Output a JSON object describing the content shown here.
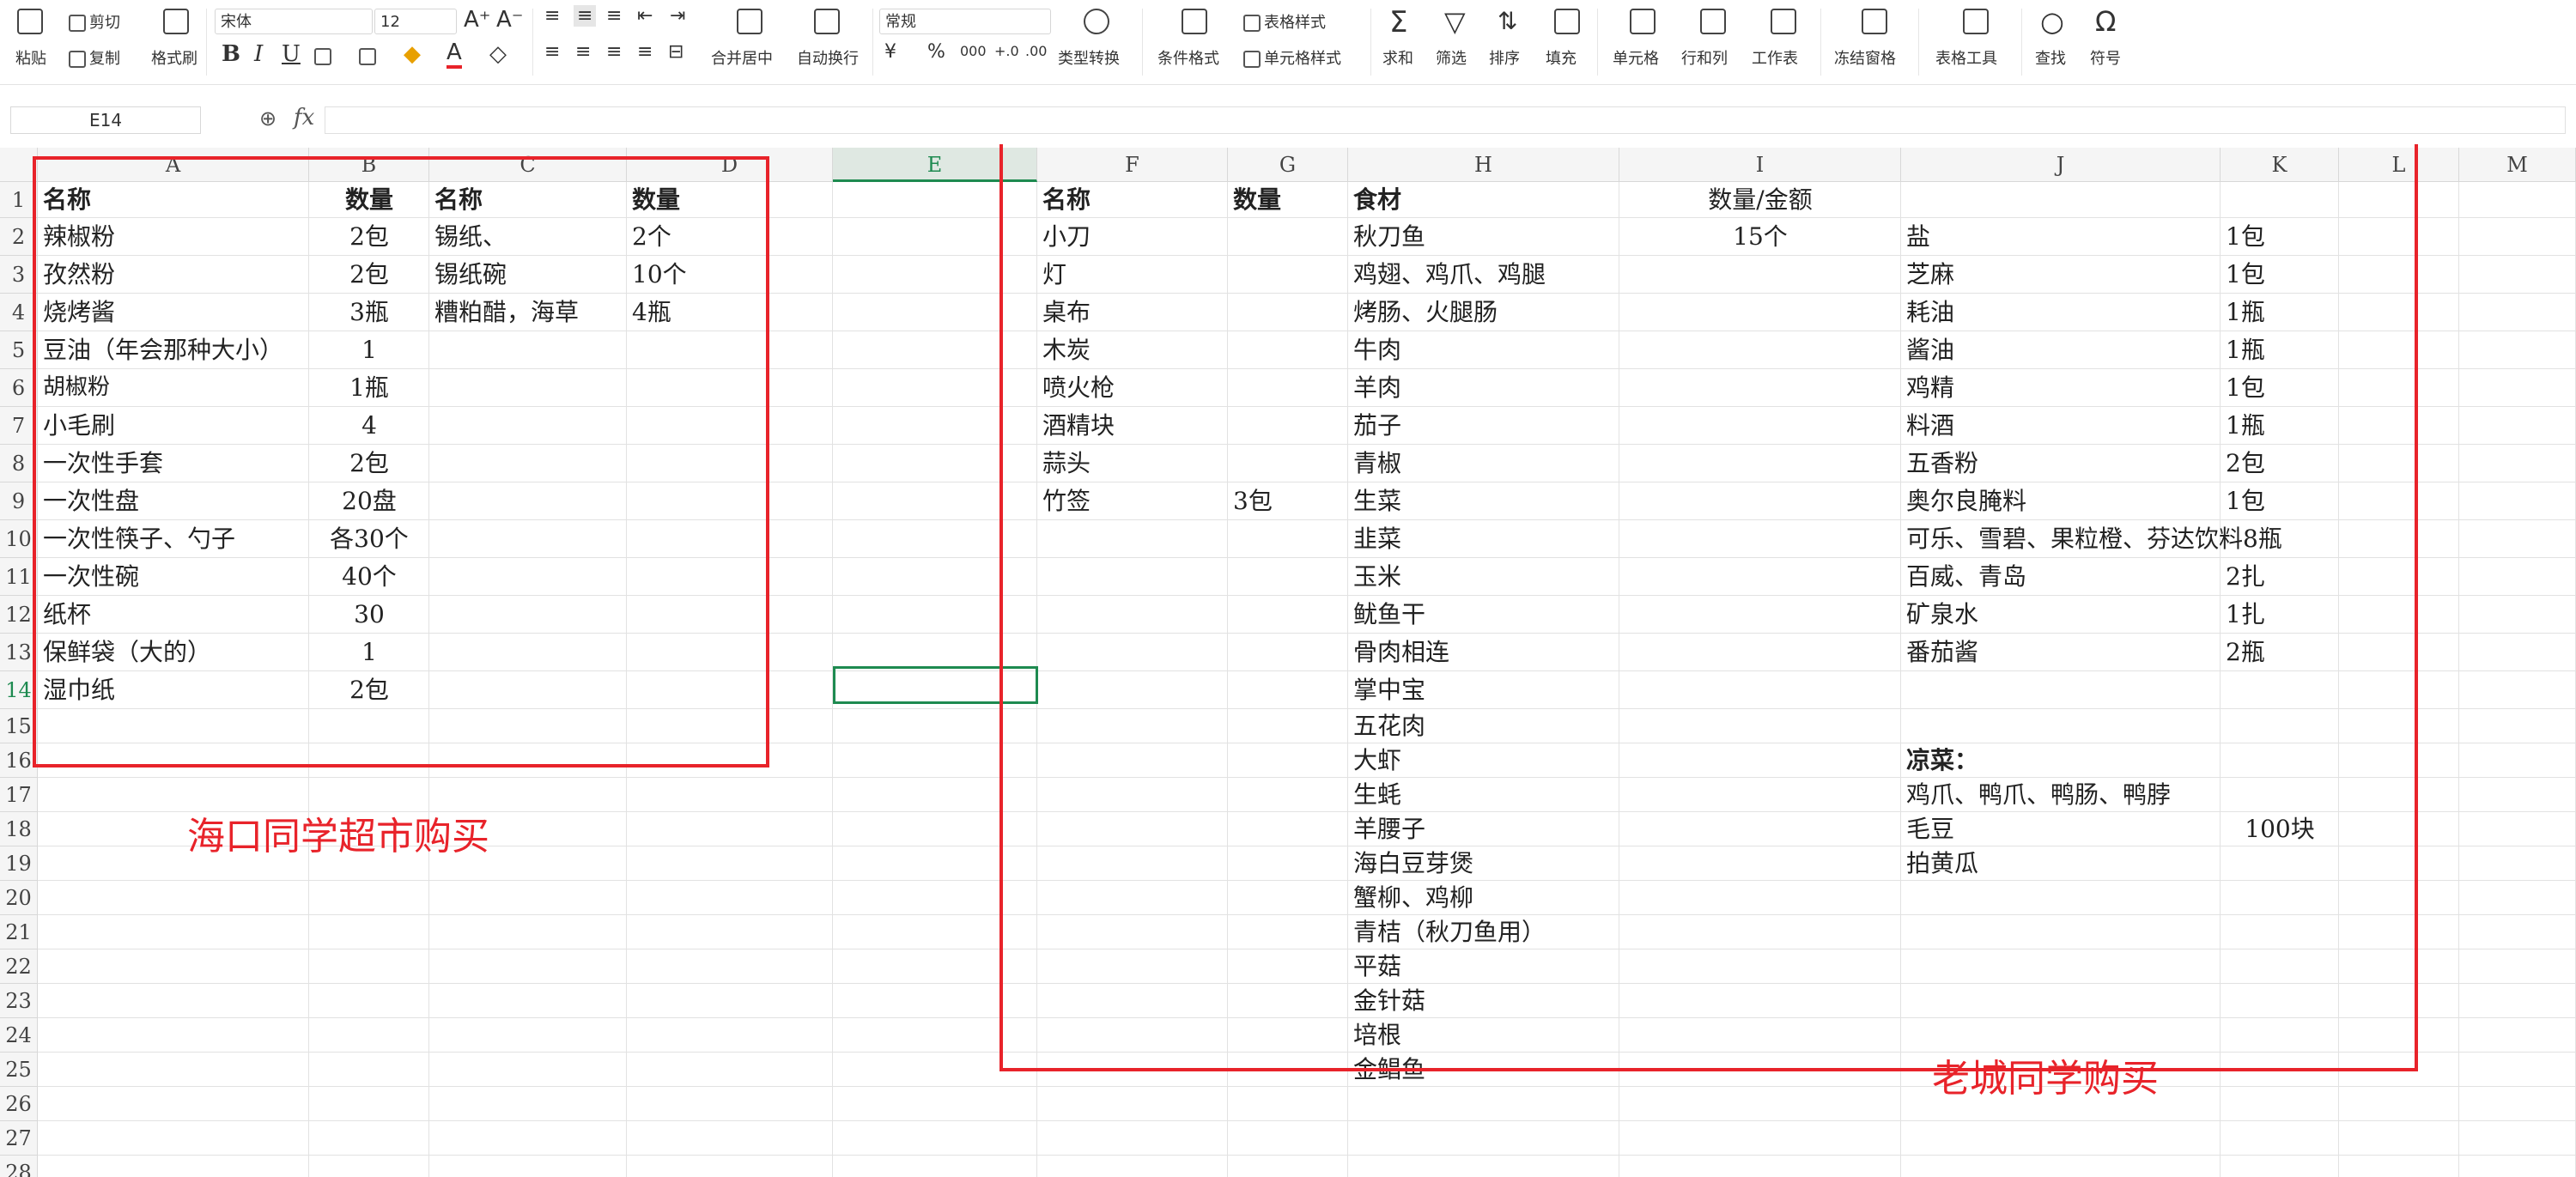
{
  "toolbar": {
    "paste": "粘贴",
    "cut": "剪切",
    "copy": "复制",
    "format_painter": "格式刷",
    "font_name": "宋体",
    "font_size": "12",
    "merge_center": "合并居中",
    "wrap_text": "自动换行",
    "number_format": "常规",
    "type_convert": "类型转换",
    "cond_format": "条件格式",
    "table_style": "表格样式",
    "cell_style": "单元格样式",
    "sum": "求和",
    "filter": "筛选",
    "sort": "排序",
    "fill": "填充",
    "cell": "单元格",
    "row_col": "行和列",
    "worksheet": "工作表",
    "freeze": "冻结窗格",
    "table_tools": "表格工具",
    "find": "查找",
    "symbol": "符号"
  },
  "formula_bar": {
    "name_box": "E14",
    "fx": "fx",
    "formula": ""
  },
  "sheet": {
    "selected_column": "E",
    "selected_row": "14",
    "columns": [
      "A",
      "B",
      "C",
      "D",
      "E",
      "F",
      "G",
      "H",
      "I",
      "J",
      "K",
      "L",
      "M"
    ],
    "rows": [
      "1",
      "2",
      "3",
      "4",
      "5",
      "6",
      "7",
      "8",
      "9",
      "10",
      "11",
      "12",
      "13",
      "14",
      "15",
      "16",
      "17",
      "18",
      "19",
      "20",
      "21",
      "22",
      "23",
      "24",
      "25",
      "26",
      "27",
      "28"
    ],
    "cells": {
      "A1": "名称",
      "B1": "数量",
      "C1": "名称",
      "D1": "数量",
      "A2": "辣椒粉",
      "B2": "2包",
      "C2": "锡纸、",
      "D2": "2个",
      "A3": "孜然粉",
      "B3": "2包",
      "C3": "锡纸碗",
      "D3": "10个",
      "A4": "烧烤酱",
      "B4": "3瓶",
      "C4": "糟粕醋，海草",
      "D4": "4瓶",
      "A5": "豆油（年会那种大小）",
      "B5": "1",
      "A6": "胡椒粉",
      "B6": "1瓶",
      "A7": "小毛刷",
      "B7": "4",
      "A8": "一次性手套",
      "B8": "2包",
      "A9": "一次性盘",
      "B9": "20盘",
      "A10": "一次性筷子、勺子",
      "B10": "各30个",
      "A11": "一次性碗",
      "B11": "40个",
      "A12": "纸杯",
      "B12": "30",
      "A13": "保鲜袋（大的）",
      "B13": "1",
      "A14": "湿巾纸",
      "B14": "2包",
      "F1": "名称",
      "G1": "数量",
      "H1": "食材",
      "I1": "数量/金额",
      "F2": "小刀",
      "H2": "秋刀鱼",
      "I2": "15个",
      "J2": "盐",
      "K2": "1包",
      "F3": "灯",
      "H3": "鸡翅、鸡爪、鸡腿",
      "J3": "芝麻",
      "K3": "1包",
      "F4": "桌布",
      "H4": "烤肠、火腿肠",
      "J4": "耗油",
      "K4": "1瓶",
      "F5": "木炭",
      "H5": "牛肉",
      "J5": "酱油",
      "K5": "1瓶",
      "F6": "喷火枪",
      "H6": "羊肉",
      "J6": "鸡精",
      "K6": "1包",
      "F7": "酒精块",
      "H7": "茄子",
      "J7": "料酒",
      "K7": "1瓶",
      "F8": "蒜头",
      "H8": "青椒",
      "J8": "五香粉",
      "K8": "2包",
      "F9": "竹签",
      "G9": "3包",
      "H9": "生菜",
      "J9": "奥尔良腌料",
      "K9": "1包",
      "H10": "韭菜",
      "J10": "可乐、雪碧、果粒橙、芬达饮料8瓶",
      "H11": "玉米",
      "J11": "百威、青岛",
      "K11": "2扎",
      "H12": "鱿鱼干",
      "J12": "矿泉水",
      "K12": "1扎",
      "H13": "骨肉相连",
      "J13": "番茄酱",
      "K13": "2瓶",
      "H14": "掌中宝",
      "H15": "五花肉",
      "H16": "大虾",
      "J16": "凉菜：",
      "H17": "生蚝",
      "J17": "鸡爪、鸭爪、鸭肠、鸭脖",
      "H18": "羊腰子",
      "J18": "毛豆",
      "K18": "100块",
      "H19": "海白豆芽煲",
      "J19": "拍黄瓜",
      "H20": "蟹柳、鸡柳",
      "H21": "青桔（秋刀鱼用）",
      "H22": "平菇",
      "H23": "金针菇",
      "H24": "培根",
      "H25": "金鲳鱼"
    }
  },
  "annotations": {
    "left_note": "海口同学超市购买",
    "right_note": "老城同学购买",
    "color": "#e8232a"
  }
}
